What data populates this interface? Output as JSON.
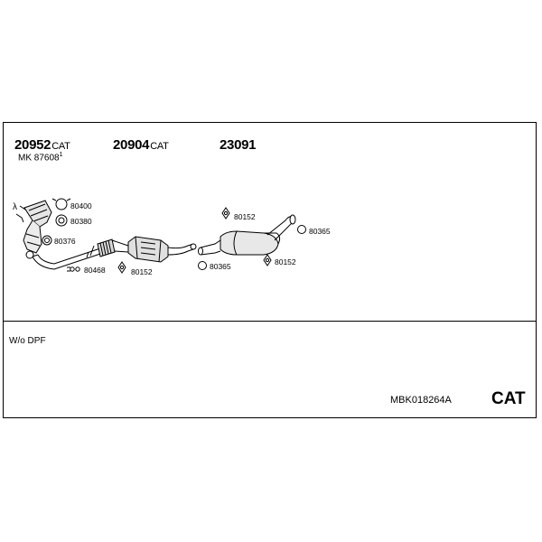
{
  "parts": [
    {
      "number": "20952",
      "suffix": "CAT"
    },
    {
      "number": "20904",
      "suffix": "CAT"
    },
    {
      "number": "23091",
      "suffix": ""
    }
  ],
  "mount_kit": {
    "text": "MK  87608",
    "sup": "1"
  },
  "callouts": {
    "c80400": "80400",
    "c80380": "80380",
    "c80376": "80376",
    "c80468": "80468",
    "c80152a": "80152",
    "c80152b": "80152",
    "c80152c": "80152",
    "c80365a": "80365",
    "c80365b": "80365"
  },
  "lambda_symbol": "λ",
  "note": "W/o DPF",
  "kit_code": "MBK018264A",
  "kit_type": "CAT"
}
